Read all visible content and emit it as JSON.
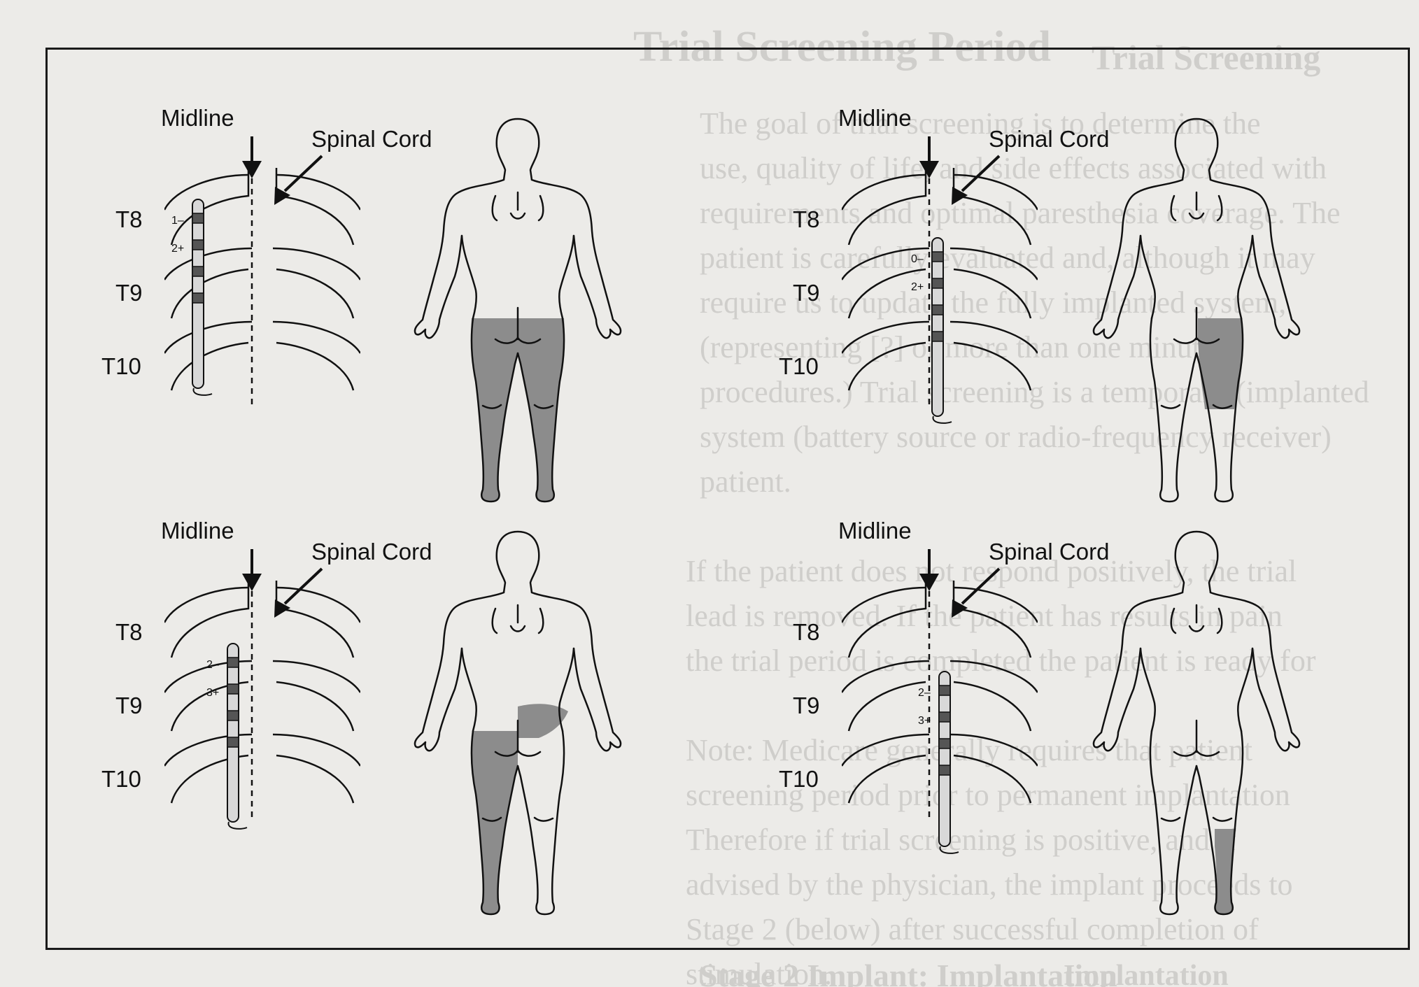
{
  "background_text": {
    "heading_left": "Trial Screening Period",
    "heading_right": "Trial Screening",
    "heading_bottom_left": "Stage 2 Implant: Implantation",
    "heading_bottom_right": "Implantation",
    "lines": [
      "The goal of trial screening is to determine the",
      "use, quality of life, and side effects associated with",
      "requirements and optimal paresthesia coverage. The",
      "patient is carefully evaluated and, although it may",
      "require us to update the fully implanted system,",
      "(representing [?] or more than one minute",
      "procedures.) Trial screening is a temporary (implanted",
      "system (battery source or radio-frequency receiver)",
      "patient.",
      "",
      "If the patient does not respond positively, the trial",
      "lead is removed. If the patient has results in pain",
      "the trial period is completed the patient is ready for",
      "",
      "Note: Medicare generally requires that patient",
      "screening period prior to permanent implantation",
      "Therefore if trial screening is positive, and if",
      "advised by the physician, the implant proceeds to",
      "Stage 2 (below) after successful completion of",
      "stimulation."
    ]
  },
  "panels": [
    {
      "midline_label": "Midline",
      "cord_label": "Spinal Cord",
      "vertebra_labels": [
        "T8",
        "T9",
        "T10"
      ],
      "electrode_labels": [
        "1–",
        "2+"
      ],
      "coverage": "both-legs"
    },
    {
      "midline_label": "Midline",
      "cord_label": "Spinal Cord",
      "vertebra_labels": [
        "T8",
        "T9",
        "T10"
      ],
      "electrode_labels": [
        "0–",
        "2+"
      ],
      "coverage": "left-thigh"
    },
    {
      "midline_label": "Midline",
      "cord_label": "Spinal Cord",
      "vertebra_labels": [
        "T8",
        "T9",
        "T10"
      ],
      "electrode_labels": [
        "2–",
        "3+"
      ],
      "coverage": "back-buttock-right-leg"
    },
    {
      "midline_label": "Midline",
      "cord_label": "Spinal Cord",
      "vertebra_labels": [
        "T8",
        "T9",
        "T10"
      ],
      "electrode_labels": [
        "2–",
        "3+"
      ],
      "coverage": "left-calf"
    }
  ],
  "colors": {
    "shading": "#8c8c8c",
    "ink": "#111111",
    "paper": "#ecebe8"
  }
}
